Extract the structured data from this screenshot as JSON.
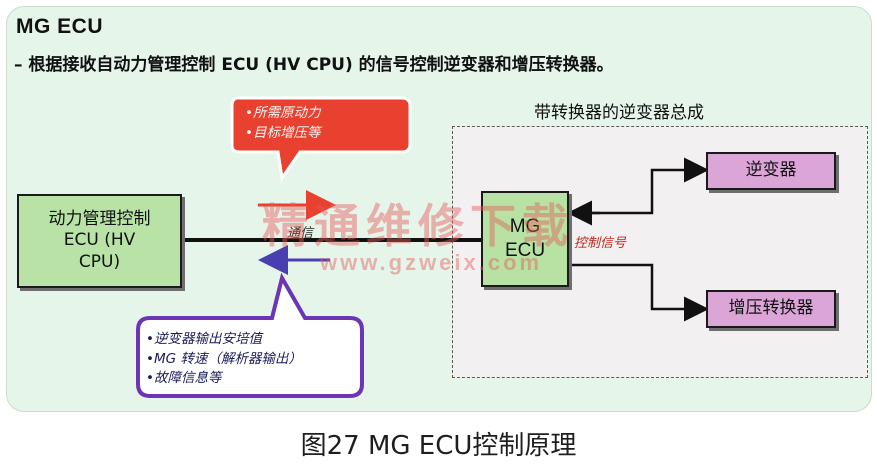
{
  "header": {
    "title": "MG ECU",
    "subtitle": "– 根据接收自动力管理控制 ECU (HV CPU) 的信号控制逆变器和增压转换器。"
  },
  "assembly": {
    "label": "带转换器的逆变器总成"
  },
  "blocks": {
    "hv_ecu": "动力管理控制\nECU (HV\nCPU)",
    "mg_ecu": "MG\nECU",
    "inverter": "逆变器",
    "boost_converter": "增压转换器"
  },
  "signals": {
    "communication": "通信",
    "control": "控制信号"
  },
  "callouts": {
    "to_mg": {
      "items": [
        "所需原动力",
        "目标增压等"
      ],
      "color": "#e8412f",
      "bullet": "•"
    },
    "to_hv": {
      "items": [
        "逆变器输出安培值",
        "MG 转速（解析器输出）",
        "故障信息等"
      ],
      "color": "#6b35b6",
      "bullet": "•"
    }
  },
  "watermark": {
    "text": "精通维修下载",
    "url": "www.gzweix.com"
  },
  "caption": "图27 MG ECU控制原理",
  "colors": {
    "panel": "#e5f5ea",
    "ecu_block": "#b9e2a6",
    "output_block": "#dca5d8",
    "arrow_red": "#e8412f",
    "arrow_blue": "#4a3fb0"
  }
}
